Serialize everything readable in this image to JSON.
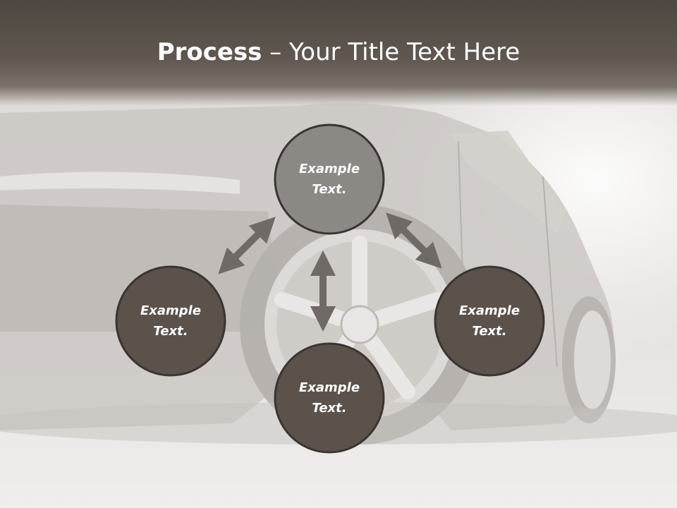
{
  "slide": {
    "title_bold": "Process",
    "title_rest": " – Your Title Text Here"
  },
  "nodes": [
    {
      "id": "top",
      "line1": "Example",
      "line2": "Text.",
      "fill": "#8c8884"
    },
    {
      "id": "left",
      "line1": "Example",
      "line2": "Text.",
      "fill": "#5b524c"
    },
    {
      "id": "right",
      "line1": "Example",
      "line2": "Text.",
      "fill": "#5b524c"
    },
    {
      "id": "bottom",
      "line1": "Example",
      "line2": "Text.",
      "fill": "#5b524c"
    }
  ],
  "colors": {
    "title_bar": "#5a524b",
    "circle_stroke": "#3a3532",
    "arrow": "#6f6a66",
    "text": "#ffffff"
  }
}
